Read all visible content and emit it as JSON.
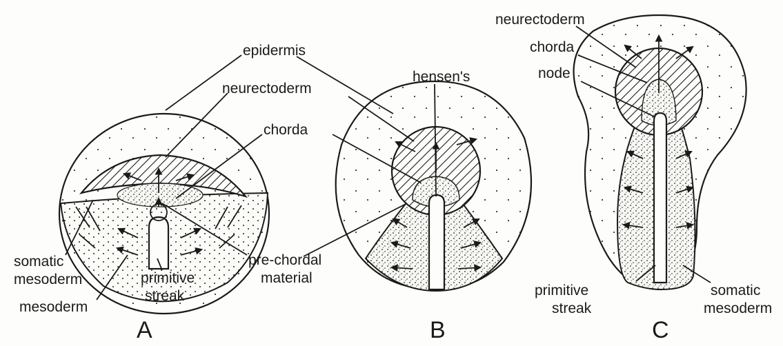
{
  "labels": {
    "epidermis": "epidermis",
    "neurectoderm_a": "neurectoderm",
    "chorda_a": "chorda",
    "hensens": "hensen's",
    "somatic_a_line1": "somatic",
    "somatic_a_line2": "mesoderm",
    "mesoderm": "mesoderm",
    "primitive_a_line1": "primitive",
    "primitive_a_line2": "streak",
    "prechordal_line1": "pre-chordal",
    "prechordal_line2": "material",
    "neurectoderm_c": "neurectoderm",
    "chorda_c": "chorda",
    "node": "node",
    "primitive_c_line1": "primitive",
    "primitive_c_line2": "streak",
    "somatic_c_line1": "somatic",
    "somatic_c_line2": "mesoderm"
  },
  "panels": [
    "A",
    "B",
    "C"
  ]
}
